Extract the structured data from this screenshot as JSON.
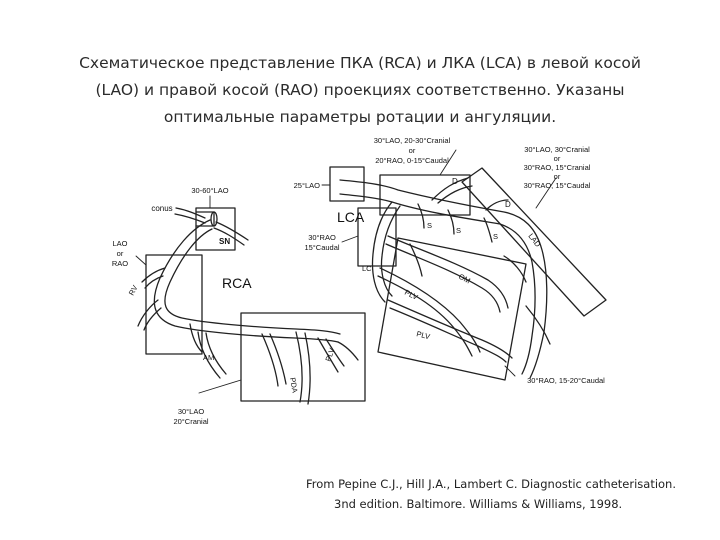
{
  "title": {
    "line1": "Схематическое представление ПКА (RCA) и ЛКА (LCA) в левой косой",
    "line2": "(LAO) и правой косой (RAO) проекциях соответственно. Указаны",
    "line3": "оптимальные параметры ротации и ангуляции."
  },
  "rca": {
    "name": "RCA",
    "conus": "conus",
    "sn": "SN",
    "rv": "RV",
    "am": "AM",
    "pda": "PDA",
    "plv": "PLV",
    "view_top": "30-60°LAO",
    "view_left_1": "LAO",
    "view_left_2": "or",
    "view_left_3": "RAO",
    "view_bottom_1": "30°LAO",
    "view_bottom_2": "20°Cranial"
  },
  "lca": {
    "name": "LCA",
    "lc": "LC",
    "d1": "D",
    "d2": "D",
    "s1": "S",
    "s2": "S",
    "s3": "S",
    "om": "OM",
    "plv1": "PLV",
    "plv2": "PLV",
    "lad": "LAD",
    "view_lao": "25°LAO",
    "view_top_1": "30°LAO, 20-30°Cranial",
    "view_top_2": "or",
    "view_top_3": "20°RAO, 0-15°Caudal",
    "view_left_1": "30°RAO",
    "view_left_2": "15°Caudal",
    "view_right_1": "30°LAO, 30°Cranial",
    "view_right_2": "or",
    "view_right_3": "30°RAO, 15°Cranial",
    "view_right_4": "or",
    "view_right_5": "30°RAO, 15°Caudal",
    "view_bottom": "30°RAO, 15-20°Caudal"
  },
  "source": {
    "line1": "From Pepine C.J., Hill J.A., Lambert C. Diagnostic catheterisation.",
    "line2": "3nd  edition.   Baltimore. Williams & Williams, 1998."
  }
}
